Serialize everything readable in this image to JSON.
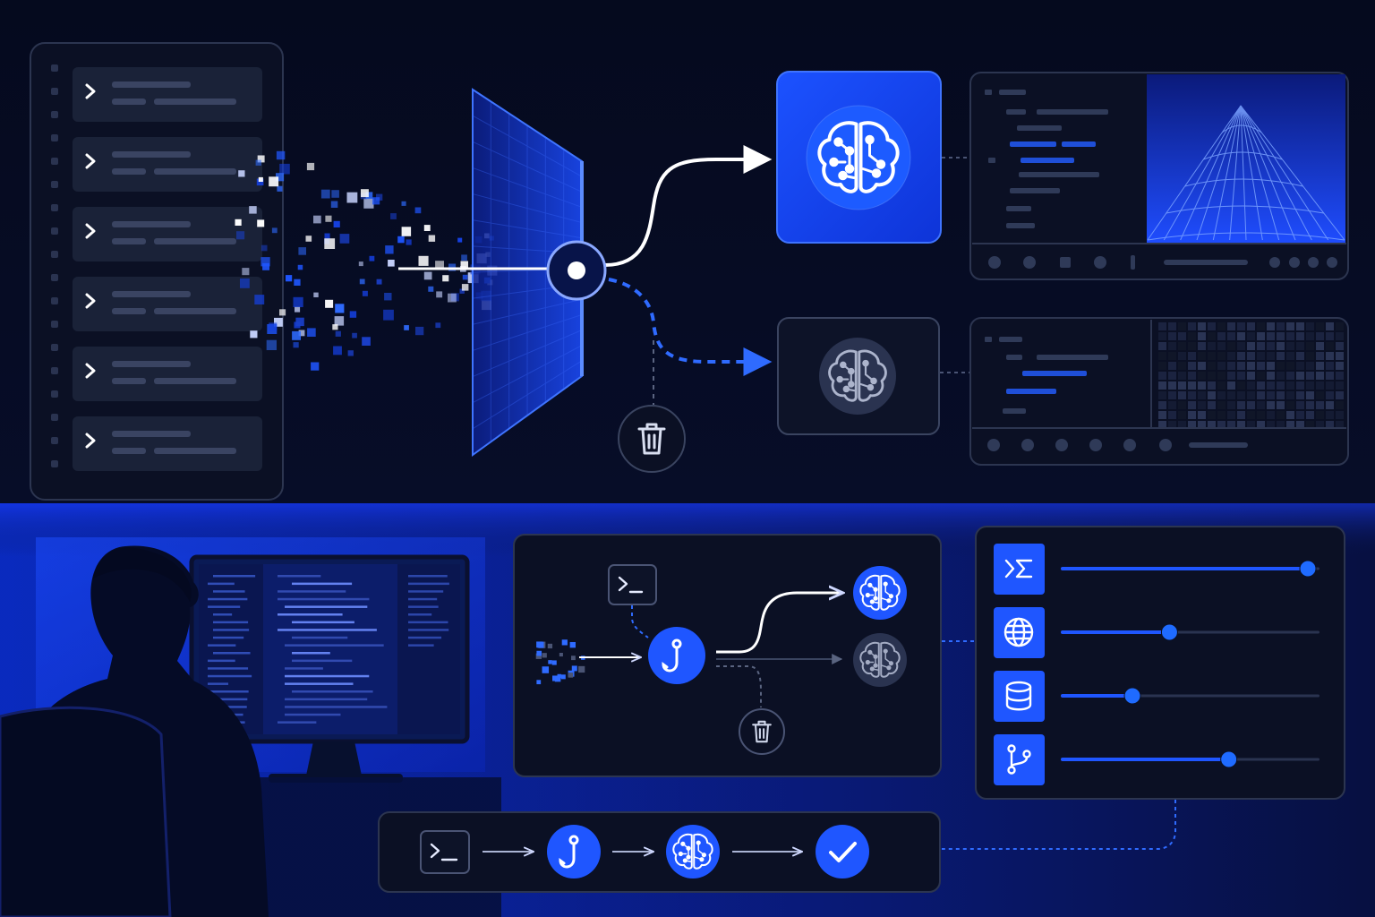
{
  "colors": {
    "background_top": "#050a1e",
    "background_bottom": "#0a2fd6",
    "panel": "#0b1024",
    "panel_border": "#2c3550",
    "accent": "#1f56ff",
    "accent_light": "#4f86ff",
    "muted_circle": "#2a3350",
    "connector": "#ffffff",
    "dashed_connector": "#2f6bff"
  },
  "queue_list": {
    "item_count": 6,
    "item_icon": "chevron-right-icon"
  },
  "router": {
    "node_icon": "dot-node-icon",
    "discard_icon": "trash-icon"
  },
  "models": [
    {
      "state": "primary",
      "icon": "brain-circuit-icon"
    },
    {
      "state": "secondary",
      "icon": "brain-circuit-icon"
    }
  ],
  "mini_flow": {
    "source_icon": "terminal-icon",
    "hook_icon": "hook-icon",
    "primary_model_icon": "brain-circuit-icon",
    "secondary_model_icon": "brain-circuit-icon",
    "discard_icon": "trash-icon"
  },
  "resource_sliders": [
    {
      "icon": "terminal-sum-icon",
      "level": 1.0
    },
    {
      "icon": "globe-icon",
      "level": 0.44
    },
    {
      "icon": "database-icon",
      "level": 0.29
    },
    {
      "icon": "git-branch-icon",
      "level": 0.68
    }
  ],
  "pipeline": {
    "steps": [
      {
        "icon": "terminal-icon"
      },
      {
        "icon": "hook-icon"
      },
      {
        "icon": "brain-circuit-icon"
      },
      {
        "icon": "check-icon"
      }
    ]
  }
}
